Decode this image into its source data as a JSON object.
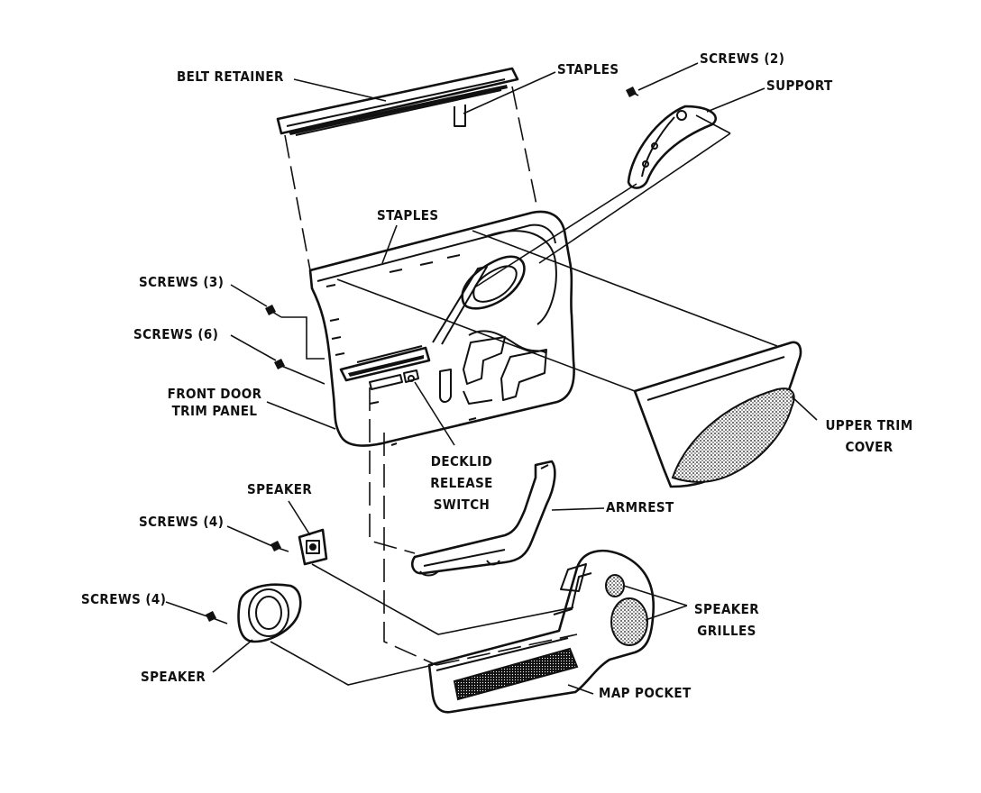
{
  "labels": {
    "belt_retainer": "BELT RETAINER",
    "staples_top": "STAPLES",
    "screws_2": "SCREWS (2)",
    "support": "SUPPORT",
    "staples_mid": "STAPLES",
    "screws_3": "SCREWS (3)",
    "screws_6": "SCREWS (6)",
    "front_door_1": "FRONT DOOR",
    "front_door_2": "TRIM PANEL",
    "decklid_1": "DECKLID",
    "decklid_2": "RELEASE",
    "decklid_3": "SWITCH",
    "upper_trim_1": "UPPER TRIM",
    "upper_trim_2": "COVER",
    "speaker_top": "SPEAKER",
    "screws_4a": "SCREWS (4)",
    "armrest": "ARMREST",
    "speaker_grilles_1": "SPEAKER",
    "speaker_grilles_2": "GRILLES",
    "screws_4b": "SCREWS (4)",
    "speaker_bottom": "SPEAKER",
    "map_pocket": "MAP POCKET"
  }
}
